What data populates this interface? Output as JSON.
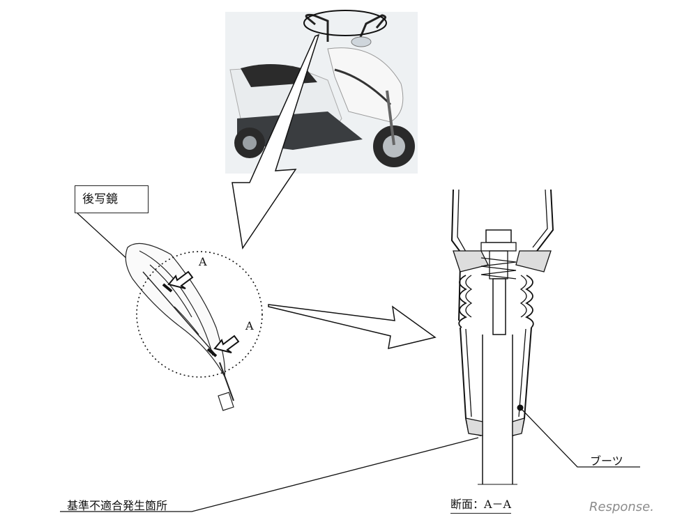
{
  "labels": {
    "mirror": "後写鏡",
    "section_a_top": "A",
    "section_a_right": "A",
    "boot": "ブーツ",
    "defect_location": "基準不適合発生箇所",
    "section_caption": "断面：A－A"
  },
  "watermark": "Response."
}
